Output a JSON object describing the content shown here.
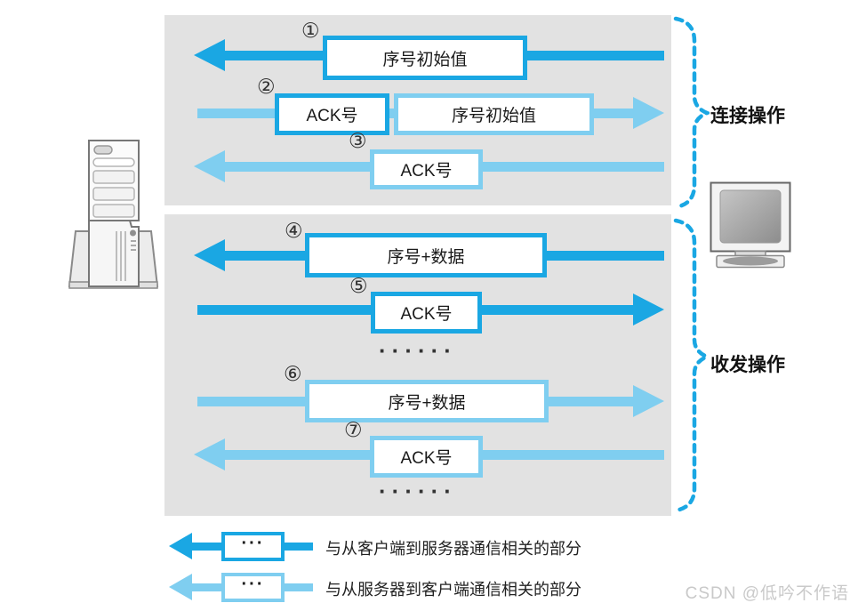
{
  "colors": {
    "client_to_server": "#1AA7E3",
    "server_to_client": "#7FCEF0",
    "panel_bg": "#E2E2E2"
  },
  "icons": {
    "left": "server-tower-icon",
    "right": "crt-monitor-icon"
  },
  "sections": {
    "connection_label": "连接操作",
    "transfer_label": "收发操作"
  },
  "steps": [
    {
      "number": "①",
      "box1": "序号初始值"
    },
    {
      "number": "②",
      "box1": "ACK号",
      "box2": "序号初始值"
    },
    {
      "number": "③",
      "box1": "ACK号"
    },
    {
      "number": "④",
      "box1": "序号+数据"
    },
    {
      "number": "⑤",
      "box1": "ACK号"
    },
    {
      "number": "⑥",
      "box1": "序号+数据"
    },
    {
      "number": "⑦",
      "box1": "ACK号"
    }
  ],
  "ellipsis": "······",
  "legend": {
    "client_to_server": {
      "box": "···",
      "label": "与从客户端到服务器通信相关的部分"
    },
    "server_to_client": {
      "box": "···",
      "label": "与从服务器到客户端通信相关的部分"
    }
  },
  "watermark": "CSDN @低吟不作语"
}
